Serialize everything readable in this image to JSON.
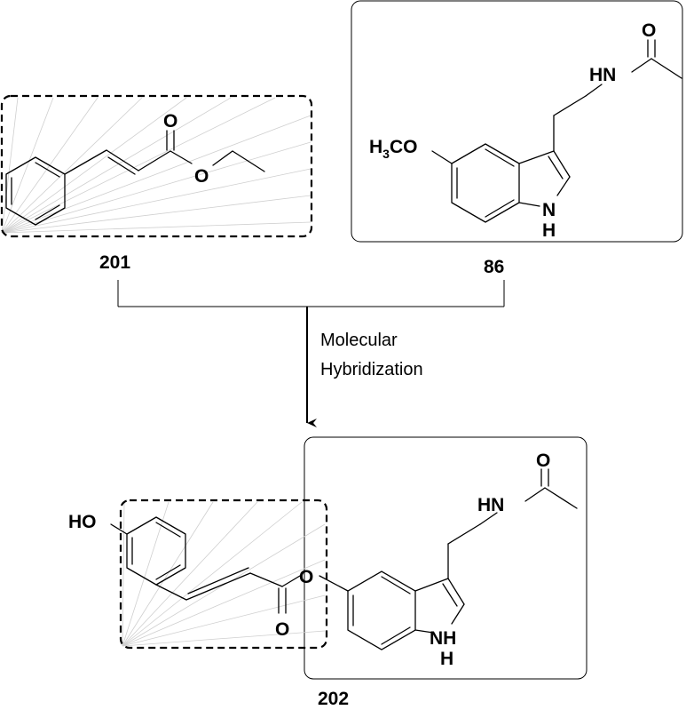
{
  "compounds": {
    "c201": {
      "id": "201",
      "atoms": {
        "carbonyl_o": "O",
        "ester_o": "O"
      }
    },
    "c86": {
      "id": "86",
      "atoms": {
        "methoxy_h": "H",
        "methoxy_sub": "3",
        "methoxy_co": "CO",
        "amide_n": "HN",
        "amide_o": "O",
        "indole_n": "N",
        "indole_h": "H"
      }
    },
    "c202": {
      "id": "202",
      "atoms": {
        "phenol": "HO",
        "ester_o": "O",
        "carbonyl_o": "O",
        "amide_n": "HN",
        "amide_o": "O",
        "indole_nh": "NH",
        "indole_h": "H"
      }
    }
  },
  "reaction": {
    "step_line1": "Molecular",
    "step_line2": "Hybridization"
  }
}
